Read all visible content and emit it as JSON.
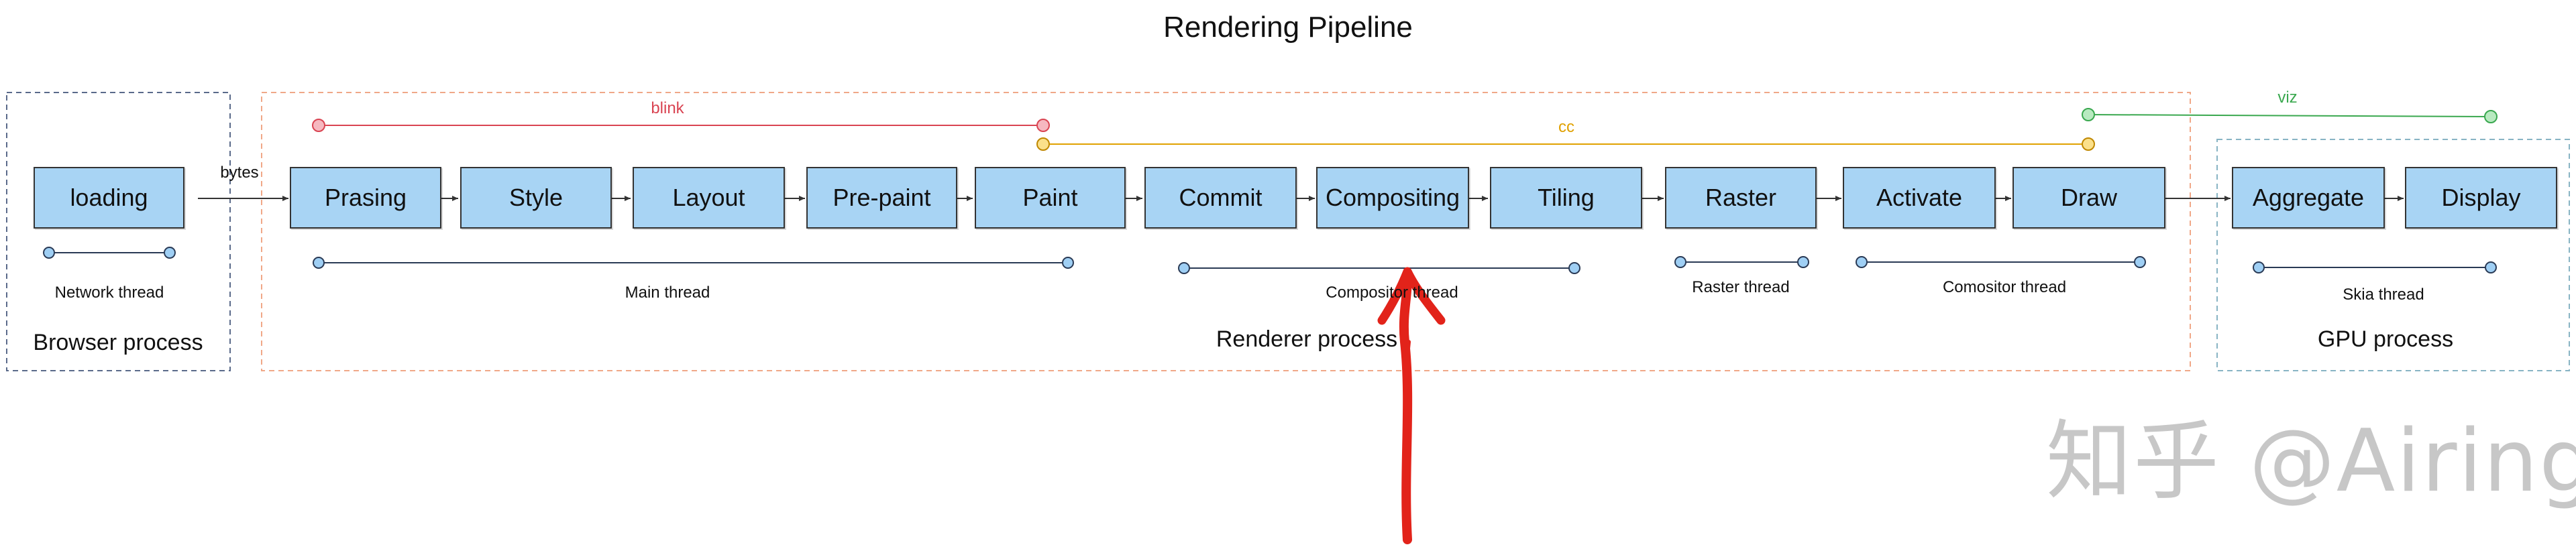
{
  "title": "Rendering Pipeline",
  "colors": {
    "box_fill": "#a8d4f4",
    "blink": "#d94452",
    "cc": "#e0a100",
    "viz": "#3aa84f",
    "thread": "#2a3a55",
    "arrow_annotation": "#e2231a"
  },
  "processes": {
    "browser": "Browser process",
    "renderer": "Renderer process",
    "gpu": "GPU process"
  },
  "stages": {
    "loading": "loading",
    "prasing": "Prasing",
    "style": "Style",
    "layout": "Layout",
    "prepaint": "Pre-paint",
    "paint": "Paint",
    "commit": "Commit",
    "compositing": "Compositing",
    "tiling": "Tiling",
    "raster": "Raster",
    "activate": "Activate",
    "draw": "Draw",
    "aggregate": "Aggregate",
    "display": "Display"
  },
  "edge_label": "bytes",
  "modules": {
    "blink": "blink",
    "cc": "cc",
    "viz": "viz"
  },
  "threads": {
    "network": "Network thread",
    "main": "Main thread",
    "compositor": "Compositor thread",
    "raster": "Raster thread",
    "comositor2": "Comositor thread",
    "skia": "Skia thread"
  },
  "watermark": "知乎 @Airing"
}
